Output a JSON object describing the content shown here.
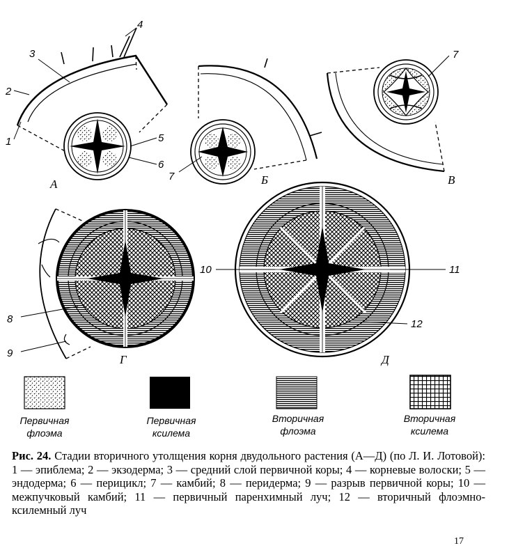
{
  "labels": {
    "n1": "1",
    "n2": "2",
    "n3": "3",
    "n4": "4",
    "n5": "5",
    "n6": "6",
    "n7a": "7",
    "n7b": "7",
    "n8": "8",
    "n9": "9",
    "n10": "10",
    "n11": "11",
    "n12": "12"
  },
  "stages": {
    "a": "А",
    "b": "Б",
    "v": "В",
    "g": "Г",
    "d": "Д"
  },
  "legend": [
    {
      "line1": "Первичная",
      "line2": "флоэма"
    },
    {
      "line1": "Первичная",
      "line2": "ксилема"
    },
    {
      "line1": "Вторичная",
      "line2": "флоэма"
    },
    {
      "line1": "Вторичная",
      "line2": "ксилема"
    }
  ],
  "caption": {
    "heading": "Рис. 24.",
    "text": " Стадии вторичного утолщения корня двудольного растения (А—Д) (по Л. И. Лотовой): 1 — эпиблема; 2 — экзодерма; 3 — средний слой первичной коры; 4 — корневые волоски; 5 — эндодерма; 6 — перицикл; 7 — камбий; 8 — перидерма; 9 — разрыв первичной коры; 10 — межпучковый камбий; 11 — первичный паренхимный луч; 12 — вторичный флоэмно-ксилемный луч"
  },
  "page_number": "17"
}
